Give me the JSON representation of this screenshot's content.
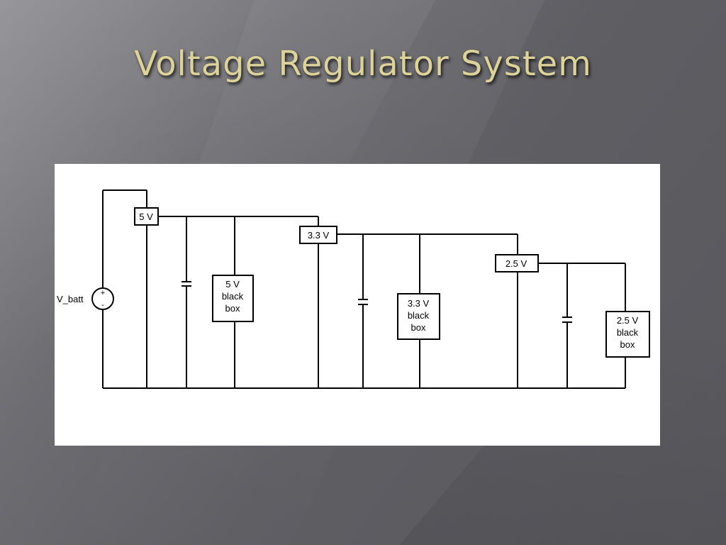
{
  "slide": {
    "title": "Voltage Regulator System"
  },
  "diagram": {
    "battery_label": "V_batt",
    "battery_plus": "+",
    "battery_minus": "-",
    "regulators": [
      "5 V",
      "3.3 V",
      "2.5 V"
    ],
    "black_boxes": [
      {
        "line1": "5 V",
        "line2": "black",
        "line3": "box"
      },
      {
        "line1": "3.3 V",
        "line2": "black",
        "line3": "box"
      },
      {
        "line1": "2.5 V",
        "line2": "black",
        "line3": "box"
      }
    ]
  },
  "colors": {
    "title": "#ddd39a",
    "background": "#6d6d72",
    "panel": "#ffffff",
    "ink": "#000000"
  }
}
